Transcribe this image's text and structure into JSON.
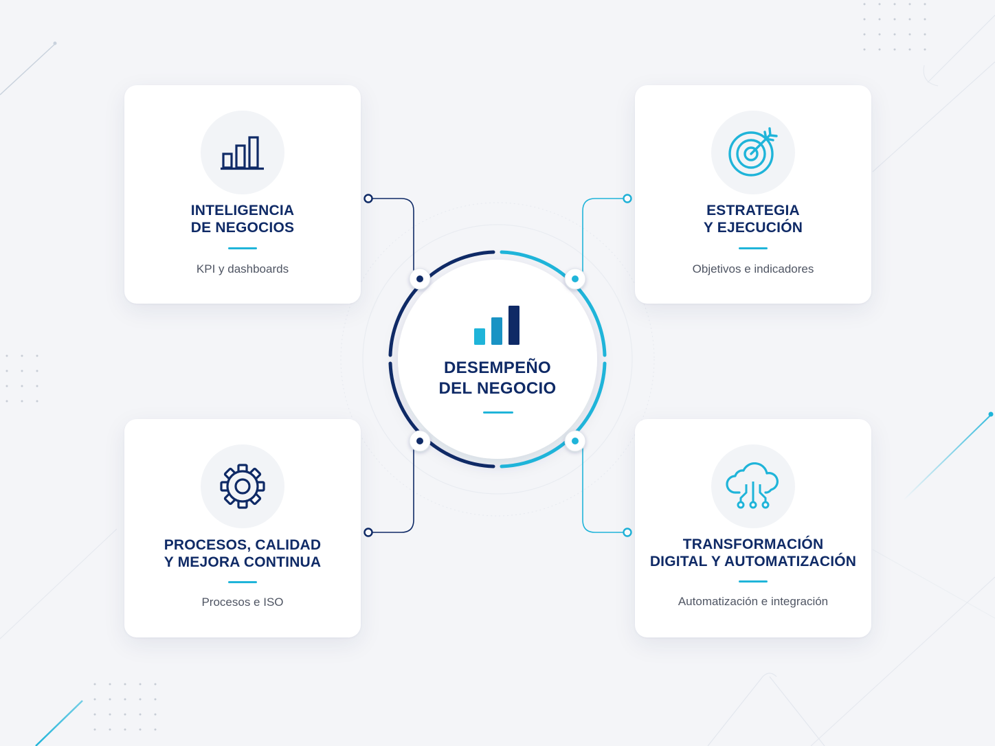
{
  "center": {
    "title_line1": "DESEMPEÑO",
    "title_line2": "DEL NEGOCIO",
    "icon": "bar-chart-icon"
  },
  "cards": {
    "business_intelligence": {
      "title_line1": "INTELIGENCIA",
      "title_line2": "DE NEGOCIOS",
      "subtitle": "KPI y dashboards",
      "icon": "bar-chart-outline-icon"
    },
    "strategy": {
      "title_line1": "ESTRATEGIA",
      "title_line2": "Y EJECUCIÓN",
      "subtitle": "Objetivos e indicadores",
      "icon": "target-arrow-icon"
    },
    "processes": {
      "title_line1": "PROCESOS, CALIDAD",
      "title_line2": "Y MEJORA CONTINUA",
      "subtitle": "Procesos e ISO",
      "icon": "gear-icon"
    },
    "digital": {
      "title_line1": "TRANSFORMACIÓN",
      "title_line2": "DIGITAL Y AUTOMATIZACIÓN",
      "subtitle": "Automatización e integración",
      "icon": "cloud-network-icon"
    }
  },
  "colors": {
    "navy": "#0f2a66",
    "cyan": "#1fb4d9",
    "background": "#f4f5f8",
    "card": "#ffffff",
    "text_gray": "#4f5563"
  }
}
